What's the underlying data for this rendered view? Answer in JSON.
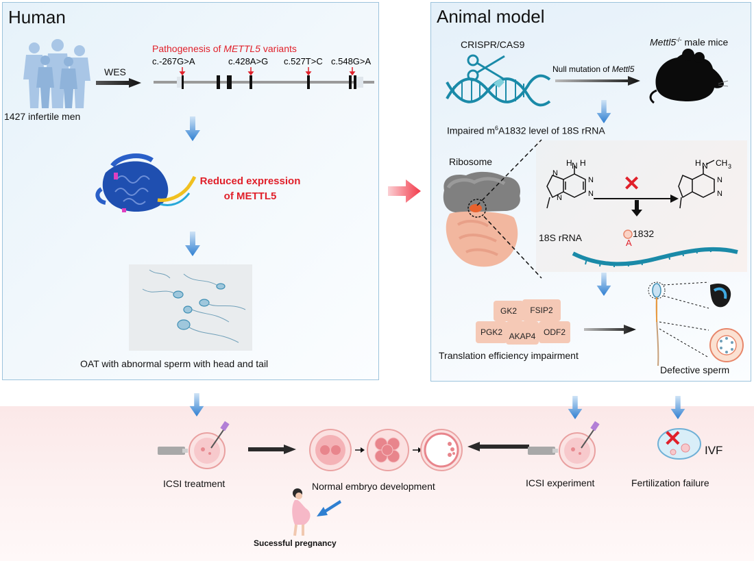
{
  "human": {
    "title": "Human",
    "wes_label": "WES",
    "cohort_label": "1427 infertile men",
    "pathogenesis_prefix": "Pathogenesis of ",
    "pathogenesis_gene": "METTL5",
    "pathogenesis_suffix": " variants",
    "variants": [
      "c.-267G>A",
      "c.428A>G",
      "c.527T>C",
      "c.548G>A"
    ],
    "reduced_line1": "Reduced expression",
    "reduced_line2": "of METTL5",
    "oat_label": "OAT with abnormal sperm with head and tail"
  },
  "animal": {
    "title": "Animal model",
    "crispr_label": "CRISPR/CAS9",
    "mice_gene": "Mettl5",
    "mice_sup": "-/-",
    "mice_suffix": " male mice",
    "null_prefix": "Null mutation of ",
    "null_gene": "Mettl5",
    "impaired_prefix": "Impaired m",
    "impaired_sup": "6",
    "impaired_suffix": "A1832 level of 18S rRNA",
    "ribosome_label": "Ribosome",
    "rrna_label": "18S rRNA",
    "site_label": "1832",
    "site_base": "A",
    "proteins": [
      "GK2",
      "FSIP2",
      "PGK2",
      "AKAP4",
      "ODF2"
    ],
    "translation_label": "Translation efficiency impairment",
    "defective_label": "Defective sperm"
  },
  "bottom": {
    "icsi_treatment": "ICSI treatment",
    "normal_embryo": "Normal embryo development",
    "icsi_experiment": "ICSI experiment",
    "fertilization_failure": "Fertilization failure",
    "ivf_label": "IVF",
    "pregnancy": "Sucessful pregnancy"
  },
  "colors": {
    "blue_arrow": "#2f7fd1",
    "red_text": "#e0202a",
    "dna_teal": "#1a8aa8",
    "dark": "#1f1f1f"
  }
}
